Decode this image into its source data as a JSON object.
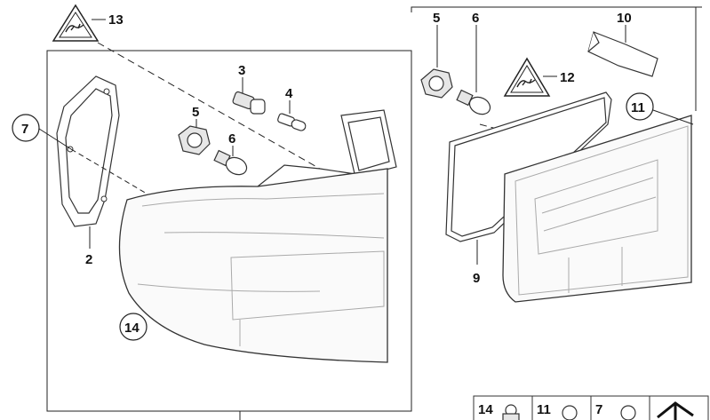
{
  "labels": {
    "l13": "13",
    "l3": "3",
    "l4": "4",
    "l5a": "5",
    "l6a": "6",
    "l7a": "7",
    "l2": "2",
    "l14a": "14",
    "l5b": "5",
    "l6b": "6",
    "l10": "10",
    "l12": "12",
    "l11a": "11",
    "l9": "9"
  },
  "footer": {
    "c14": "14",
    "c11": "11",
    "c7": "7"
  }
}
